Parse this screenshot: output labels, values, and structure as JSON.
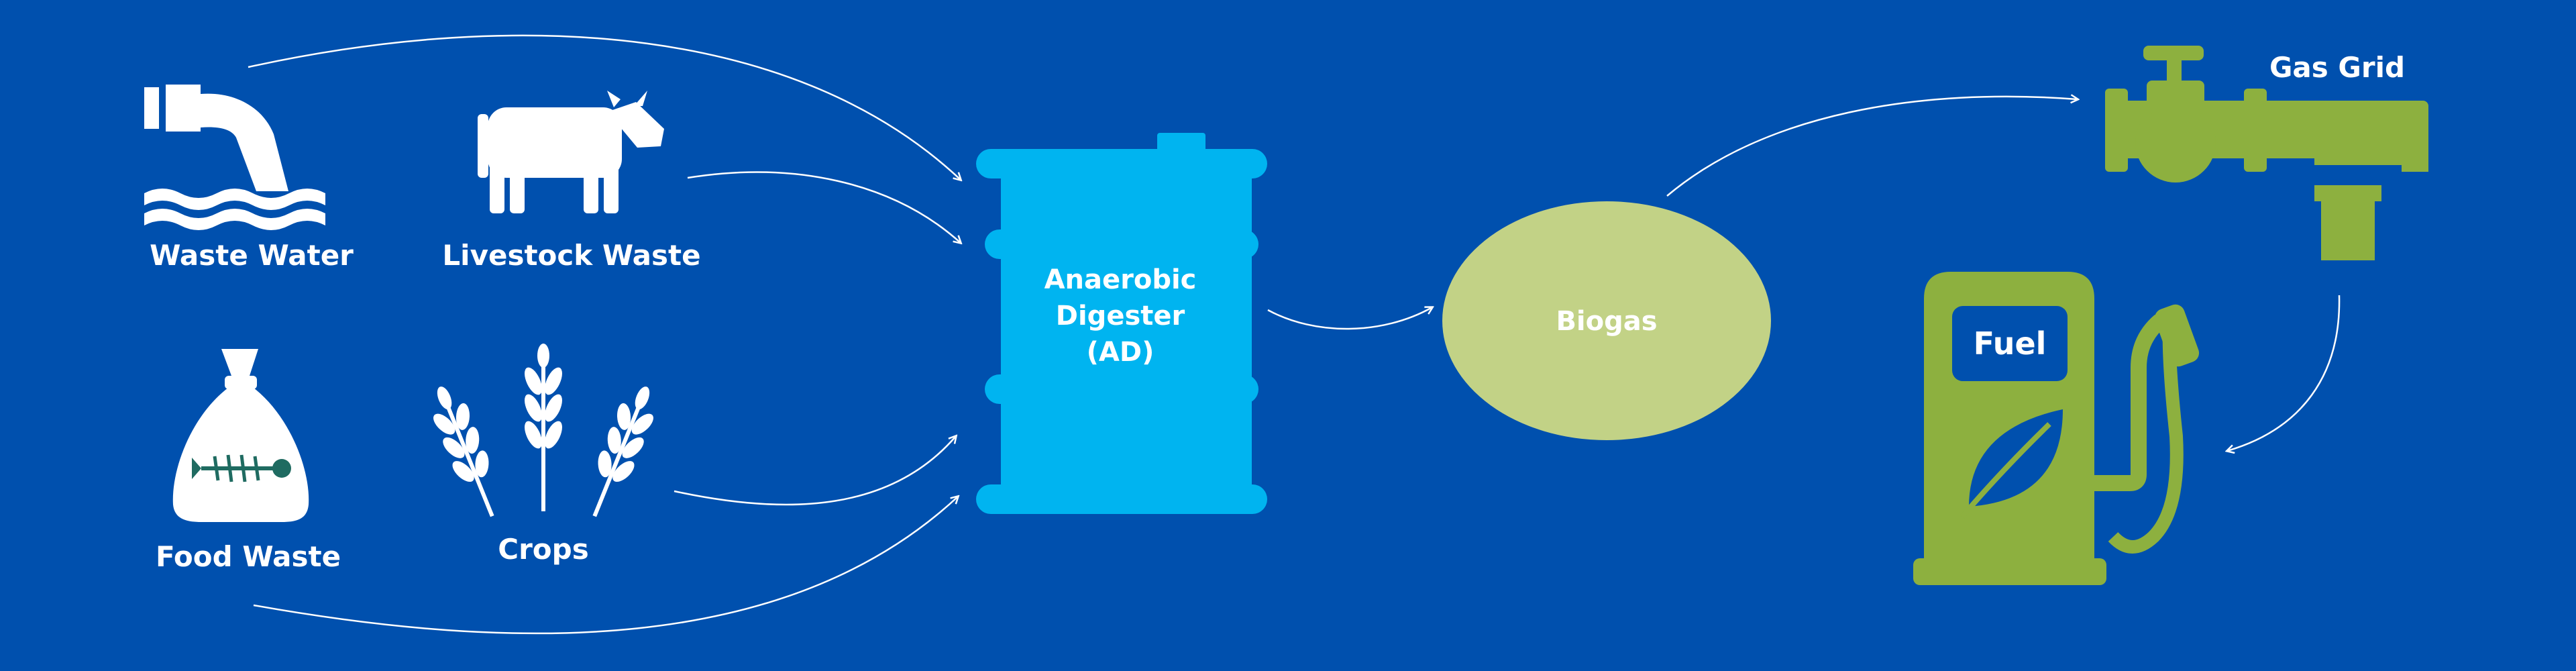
{
  "colors": {
    "background": "#0050AE",
    "white": "#FFFFFF",
    "digester": "#00B4F0",
    "biogas": "#C2D286",
    "green": "#8DB03F",
    "fish": "#1F6B61"
  },
  "sources": {
    "waste_water": "Waste Water",
    "livestock_waste": "Livestock Waste",
    "food_waste": "Food Waste",
    "crops": "Crops"
  },
  "digester": {
    "line1": "Anaerobic",
    "line2": "Digester",
    "line3": "(AD)"
  },
  "biogas": {
    "label": "Biogas"
  },
  "outputs": {
    "gas_grid": "Gas Grid",
    "fuel": "Fuel"
  },
  "icons": [
    "waste-water-pipe-icon",
    "cow-icon",
    "sack-icon",
    "fish-skeleton-icon",
    "wheat-icon",
    "barrel-icon",
    "pipe-valve-icon",
    "fuel-pump-icon",
    "leaf-icon"
  ]
}
